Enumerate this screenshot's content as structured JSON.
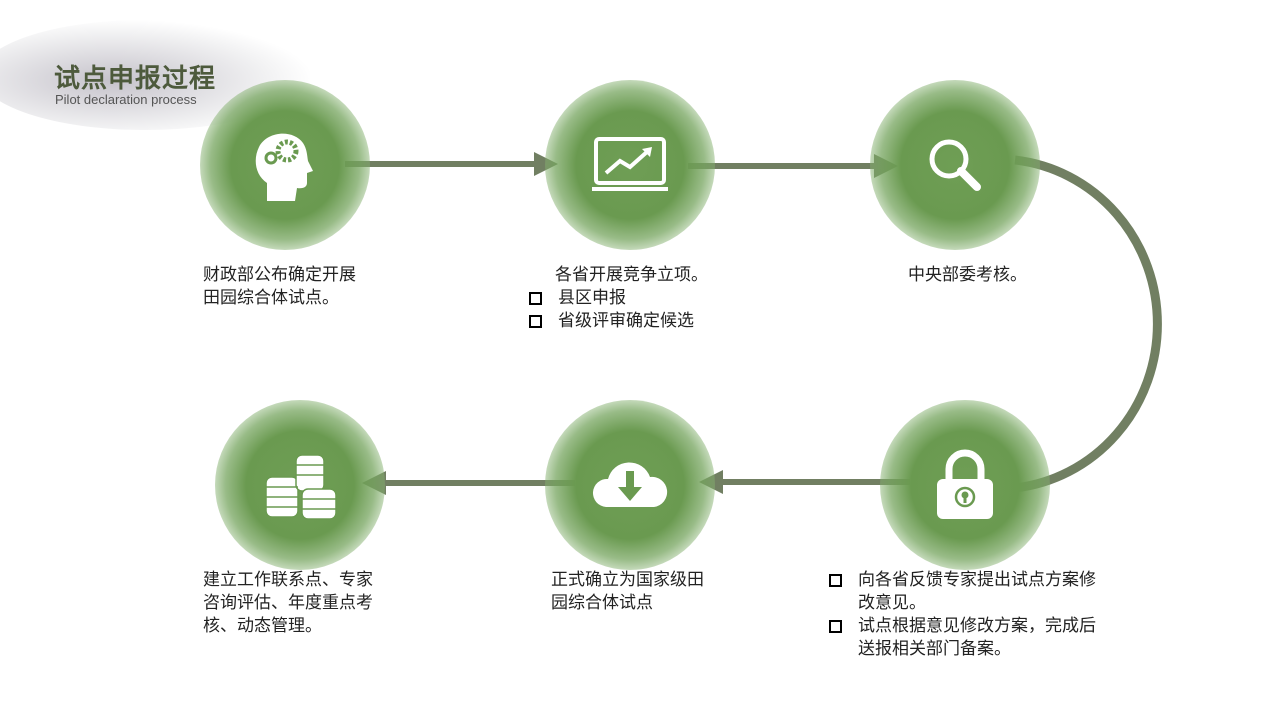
{
  "header": {
    "title": "试点申报过程",
    "subtitle": "Pilot declaration process"
  },
  "colors": {
    "accent": "#6a9a50",
    "line": "#717f62",
    "title": "#4d5a3c"
  },
  "steps": [
    {
      "icon": "head-gears-icon",
      "lines": [
        "财政部公布确定开展",
        "田园综合体试点。"
      ]
    },
    {
      "icon": "chart-monitor-icon",
      "title": "各省开展竞争立项。",
      "bullets": [
        "县区申报",
        "省级评审确定候选"
      ]
    },
    {
      "icon": "magnifier-icon",
      "title": "中央部委考核。"
    },
    {
      "icon": "lock-icon",
      "bullets": [
        [
          "向各省反馈专家提出试点方案修",
          "改意见。"
        ],
        [
          "试点根据意见修改方案，完成后",
          "送报相关部门备案。"
        ]
      ]
    },
    {
      "icon": "cloud-download-icon",
      "lines": [
        "正式确立为国家级田",
        "园综合体试点"
      ]
    },
    {
      "icon": "coins-icon",
      "lines": [
        "建立工作联系点、专家",
        "咨询评估、年度重点考",
        "核、动态管理。"
      ]
    }
  ]
}
